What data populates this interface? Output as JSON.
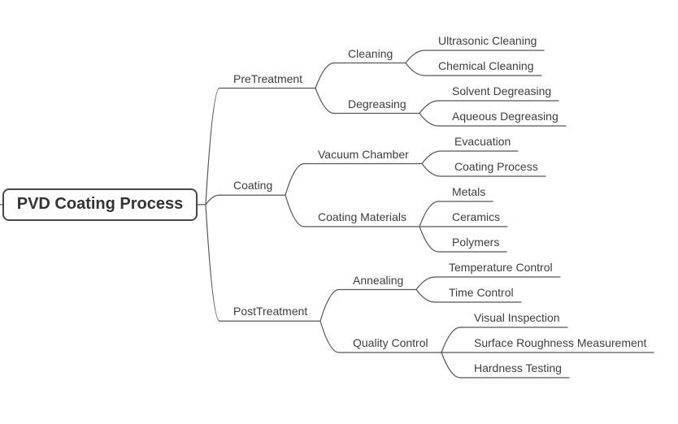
{
  "style": {
    "background": "#ffffff",
    "line_color": "#565656",
    "text_color": "#3e3e3e",
    "root_border_color": "#474747",
    "root_text_color": "#333333"
  },
  "mindmap": {
    "root": {
      "label": "PVD Coating Process"
    },
    "branches": [
      {
        "label": "PreTreatment",
        "children": [
          {
            "label": "Cleaning",
            "children": [
              {
                "label": "Ultrasonic Cleaning"
              },
              {
                "label": "Chemical Cleaning"
              }
            ]
          },
          {
            "label": "Degreasing",
            "children": [
              {
                "label": "Solvent Degreasing"
              },
              {
                "label": "Aqueous Degreasing"
              }
            ]
          }
        ]
      },
      {
        "label": "Coating",
        "children": [
          {
            "label": "Vacuum Chamber",
            "children": [
              {
                "label": "Evacuation"
              },
              {
                "label": "Coating Process"
              }
            ]
          },
          {
            "label": "Coating Materials",
            "children": [
              {
                "label": "Metals"
              },
              {
                "label": "Ceramics"
              },
              {
                "label": "Polymers"
              }
            ]
          }
        ]
      },
      {
        "label": "PostTreatment",
        "children": [
          {
            "label": "Annealing",
            "children": [
              {
                "label": "Temperature Control"
              },
              {
                "label": "Time Control"
              }
            ]
          },
          {
            "label": "Quality Control",
            "children": [
              {
                "label": "Visual Inspection"
              },
              {
                "label": "Surface Roughness Measurement"
              },
              {
                "label": "Hardness Testing"
              }
            ]
          }
        ]
      }
    ]
  }
}
